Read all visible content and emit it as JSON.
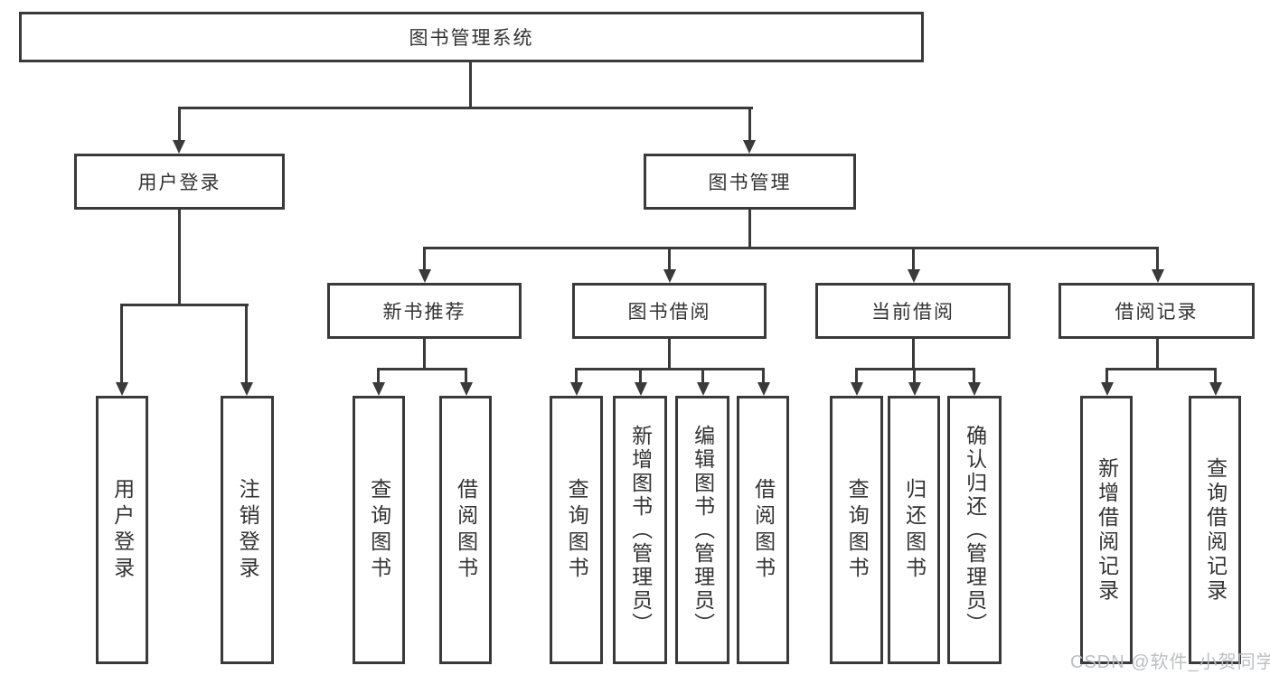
{
  "diagram": {
    "root": {
      "label": "图书管理系统"
    },
    "level2": [
      {
        "label": "用户登录"
      },
      {
        "label": "图书管理"
      }
    ],
    "level3": [
      {
        "label": "新书推荐"
      },
      {
        "label": "图书借阅"
      },
      {
        "label": "当前借阅"
      },
      {
        "label": "借阅记录"
      }
    ],
    "leaves": {
      "user_login": [
        "用户登录",
        "注销登录"
      ],
      "new_book_recommend": [
        "查询图书",
        "借阅图书"
      ],
      "book_borrow": [
        "查询图书",
        "新增图书（管理员）",
        "编辑图书（管理员）",
        "借阅图书"
      ],
      "current_borrow": [
        "查询图书",
        "归还图书",
        "确认归还（管理员）"
      ],
      "borrow_records": [
        "新增借阅记录",
        "查询借阅记录"
      ]
    }
  },
  "watermark": {
    "text": "CSDN @软件_小贺同学"
  },
  "colors": {
    "line": "#3a3a3a",
    "text": "#333333",
    "watermark": "#b9bcc1",
    "background": "#ffffff"
  }
}
